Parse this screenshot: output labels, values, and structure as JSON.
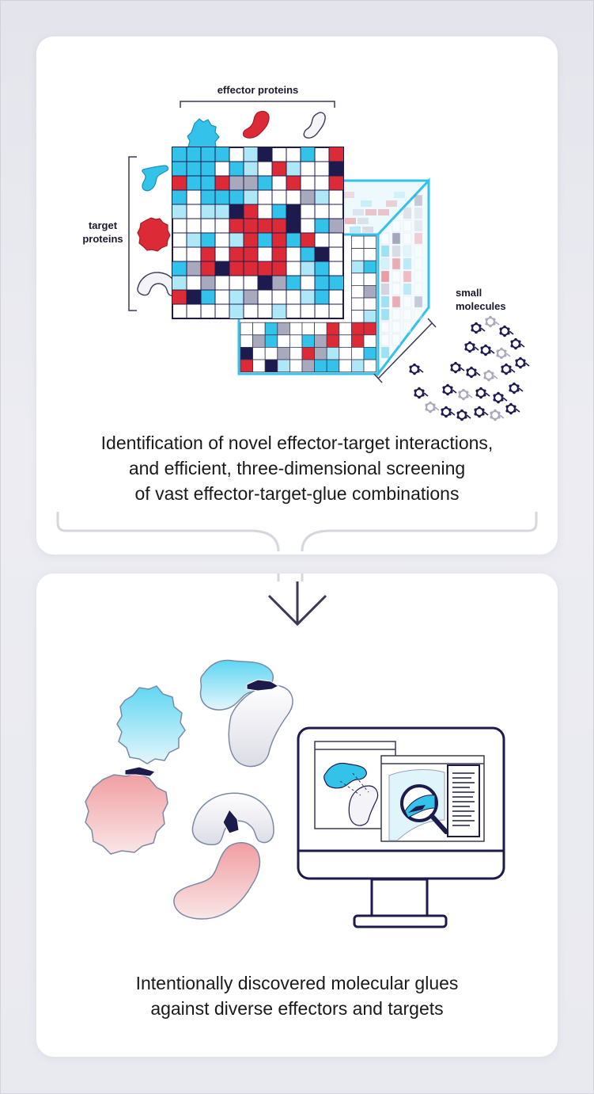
{
  "screening": {
    "effector_label": "effector proteins",
    "target_label_line1": "target",
    "target_label_line2": "proteins",
    "small_molecules_line1": "small",
    "small_molecules_line2": "molecules",
    "caption_lines": [
      "Identification of novel effector-target interactions,",
      "and efficient, three-dimensional screening",
      "of vast effector-target-glue combinations"
    ]
  },
  "result": {
    "caption_lines": [
      "Intentionally discovered molecular glues",
      "against diverse effectors and targets"
    ]
  },
  "colors": {
    "cyan": "#33c3ea",
    "red": "#dd2a37",
    "navy": "#1d1a4e",
    "grey": "#a9a9bd",
    "light_cyan": "#aee8f7",
    "pink": "#f2a6a9"
  },
  "icons": [
    "cyan-protein-icon",
    "red-protein-icon",
    "grey-protein-icon",
    "monitor-icon",
    "magnifier-icon"
  ]
}
